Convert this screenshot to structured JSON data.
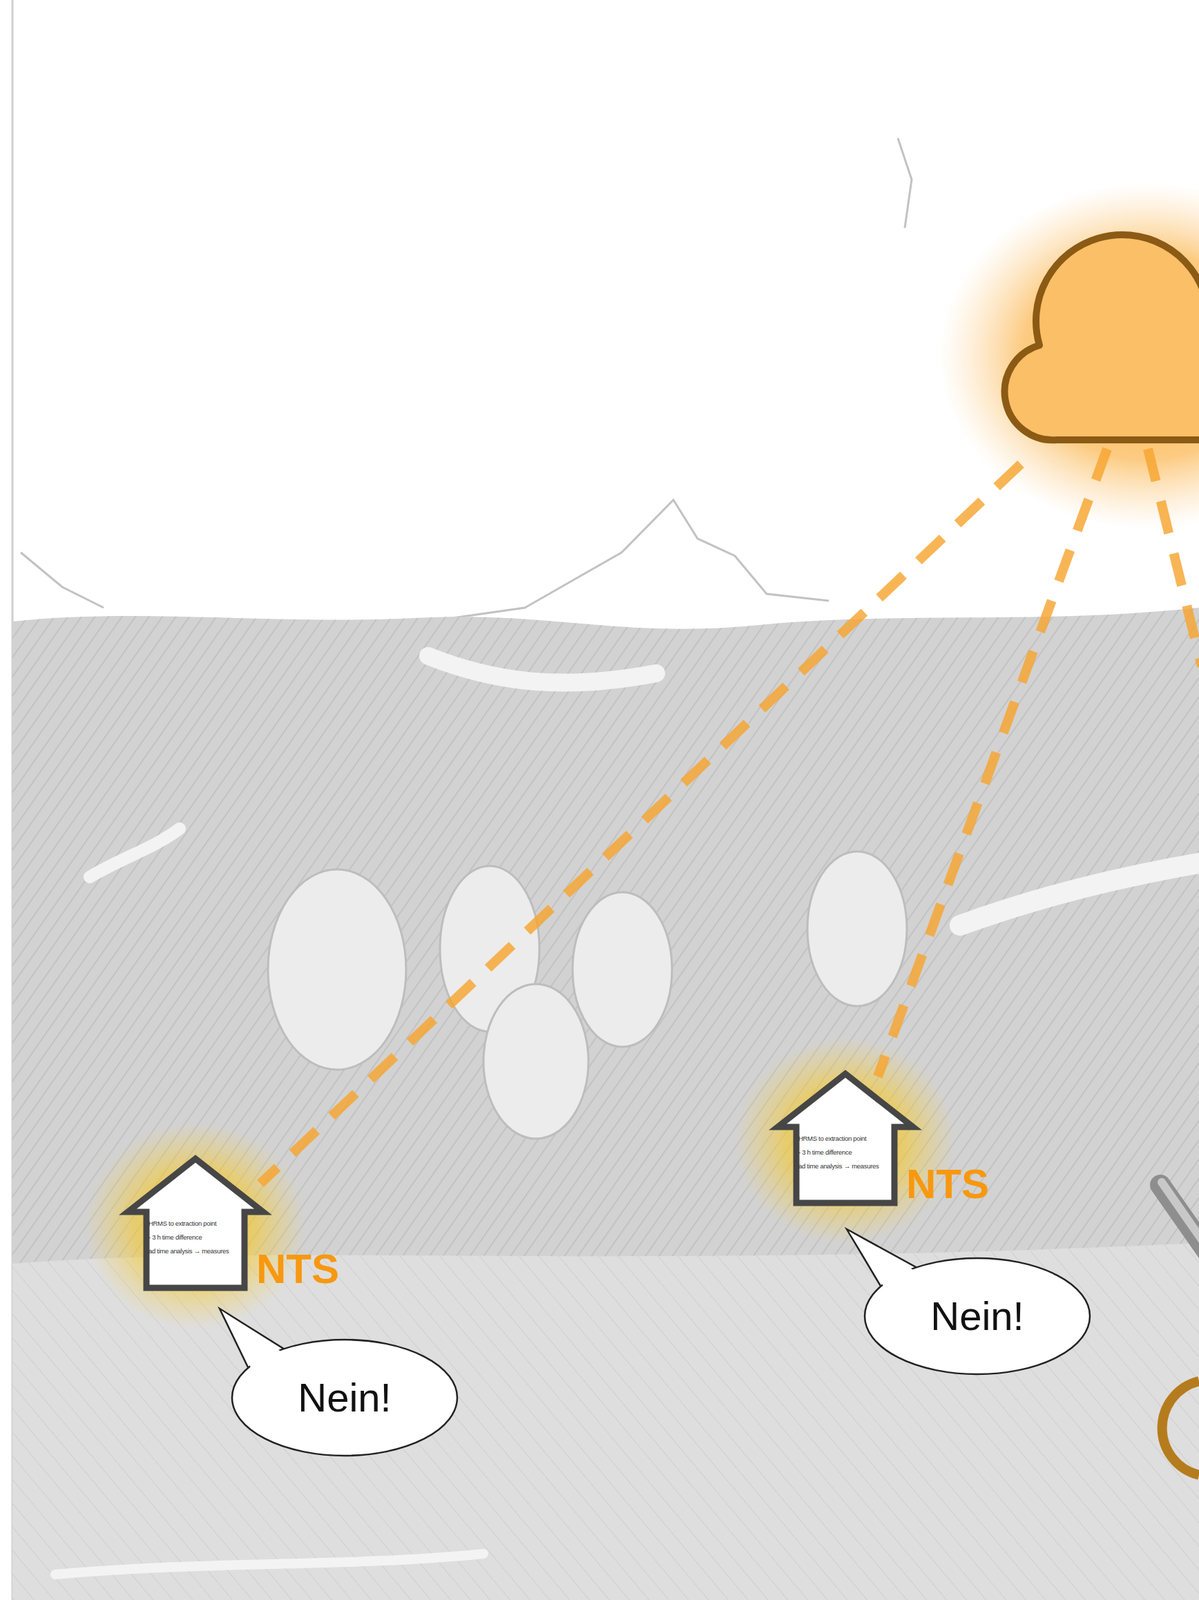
{
  "diagram": {
    "nodes": [
      {
        "text": [
          "HRMS to extraction point",
          "- 3 h time difference",
          "ad time analysis → measures",
          "NTS"
        ]
      },
      {
        "text": [
          "Nein!"
        ]
      },
      {
        "text": [
          "HRMS to extraction point",
          "- 3 h time difference",
          "ad time analysis → measures",
          "NTS"
        ]
      },
      {
        "text": [
          "Nein!"
        ]
      }
    ]
  }
}
